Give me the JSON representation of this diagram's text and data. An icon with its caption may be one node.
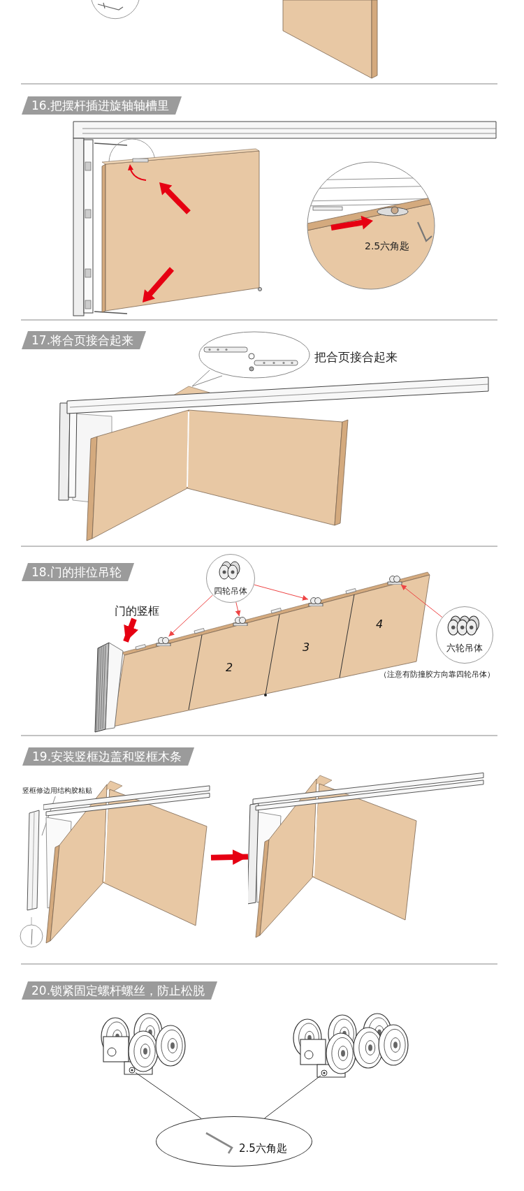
{
  "diagram": {
    "nodes": [
      {
        "text": [
          "四轮吊体"
        ]
      },
      {
        "text": [],
        "shape": "picture"
      },
      {
        "text": [],
        "shape": "picture"
      },
      {
        "text": [],
        "shape": "picture"
      },
      {
        "text": [
          "六轮吊体"
        ]
      },
      {
        "text": [],
        "shape": "picture"
      },
      {
        "text": [
          "门的竖框"
        ]
      },
      {
        "text": [],
        "shape": "picture"
      },
      {
        "text": [
          "竖框修边用结构胶粘贴"
        ]
      },
      {
        "text": [],
        "shape": "picture"
      },
      {
        "text": [],
        "shape": "picture"
      },
      {
        "text": [],
        "shape": "picture"
      },
      {
        "text": [
          "2.5六角匙"
        ]
      },
      {
        "text": [],
        "shape": "picture"
      },
      {
        "text": [],
        "shape": "picture"
      }
    ],
    "edges": [
      {
        "from": 0,
        "to": 1,
        "arrow": "to",
        "color": "#ee4444"
      },
      {
        "from": 0,
        "to": 2,
        "arrow": "to",
        "color": "#ee4444"
      },
      {
        "from": 0,
        "to": 3,
        "arrow": "to",
        "color": "#ee4444"
      },
      {
        "from": 4,
        "to": 5,
        "arrow": "to",
        "color": "#ee4444"
      },
      {
        "from": 6,
        "to": 7,
        "arrow": "to",
        "style": "thick",
        "color": "#e60012"
      },
      {
        "from": 8,
        "to": 9,
        "arrow": "none",
        "color": "#888888"
      },
      {
        "from": 10,
        "to": 11,
        "arrow": "to",
        "style": "thick",
        "color": "#e60012"
      },
      {
        "from": 12,
        "to": 13,
        "arrow": "none",
        "color": "#333333"
      },
      {
        "from": 12,
        "to": 14,
        "arrow": "none",
        "color": "#333333"
      }
    ],
    "labels": [
      "16.把摆杆插进旋轴轴槽里",
      "2.5六角匙",
      "17.将合页接合起来",
      "把合页接合起来",
      "18.门的排位吊轮",
      "2",
      "3",
      "4",
      "（注意有防撞胶方向靠四轮吊体）",
      "19.安装竖框边盖和竖框木条",
      "20.锁紧固定螺杆螺丝，防止松脱"
    ]
  }
}
